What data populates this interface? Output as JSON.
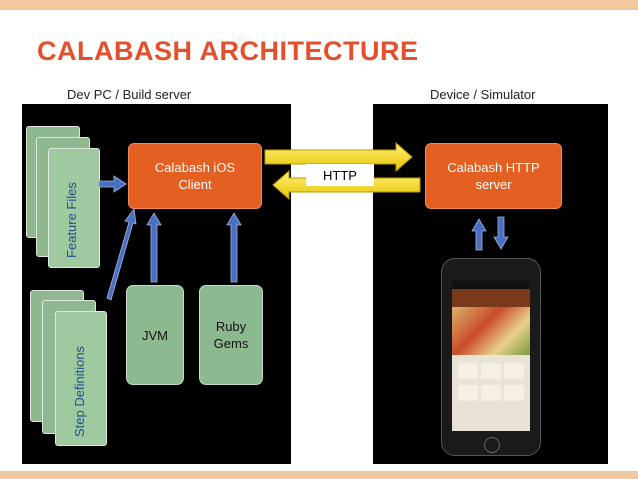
{
  "title": "CALABASH ARCHITECTURE",
  "left_label": "Dev PC / Build server",
  "right_label": "Device / Simulator",
  "feature_files": "Feature Files",
  "step_definitions": "Step Definitions",
  "calabash_ios_client": "Calabash iOS Client",
  "calabash_http_server": "Calabash HTTP server",
  "http": "HTTP",
  "jvm": "JVM",
  "ruby_gems": "Ruby Gems",
  "colors": {
    "title": "#e4502c",
    "accent_bar": "#f3c89f",
    "orange_box": "#e35f22",
    "green_box": "#8db990",
    "arrow_blue": "#4a6fc1",
    "arrow_yellow": "#f2d200"
  }
}
